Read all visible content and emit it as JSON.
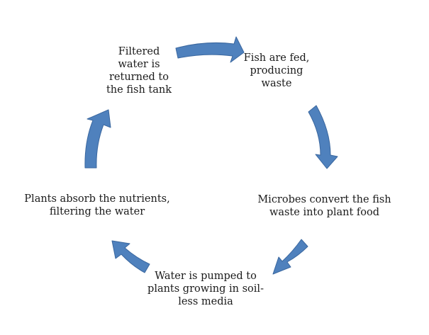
{
  "diagram": {
    "type": "cycle",
    "arrow_color": "#4f81bd",
    "arrow_outline": "#3a679f",
    "nodes": [
      {
        "id": "filtered",
        "lines": [
          "Filtered",
          "water is",
          "returned to",
          "the fish tank"
        ]
      },
      {
        "id": "fed",
        "lines": [
          "Fish are fed,",
          "producing",
          "waste"
        ]
      },
      {
        "id": "microbes",
        "lines": [
          "Microbes convert the fish",
          "waste into plant food"
        ]
      },
      {
        "id": "pumped",
        "lines": [
          "Water is pumped to",
          "plants growing in soil-",
          "less media"
        ]
      },
      {
        "id": "absorb",
        "lines": [
          "Plants absorb the nutrients,",
          "filtering the water"
        ]
      }
    ]
  }
}
